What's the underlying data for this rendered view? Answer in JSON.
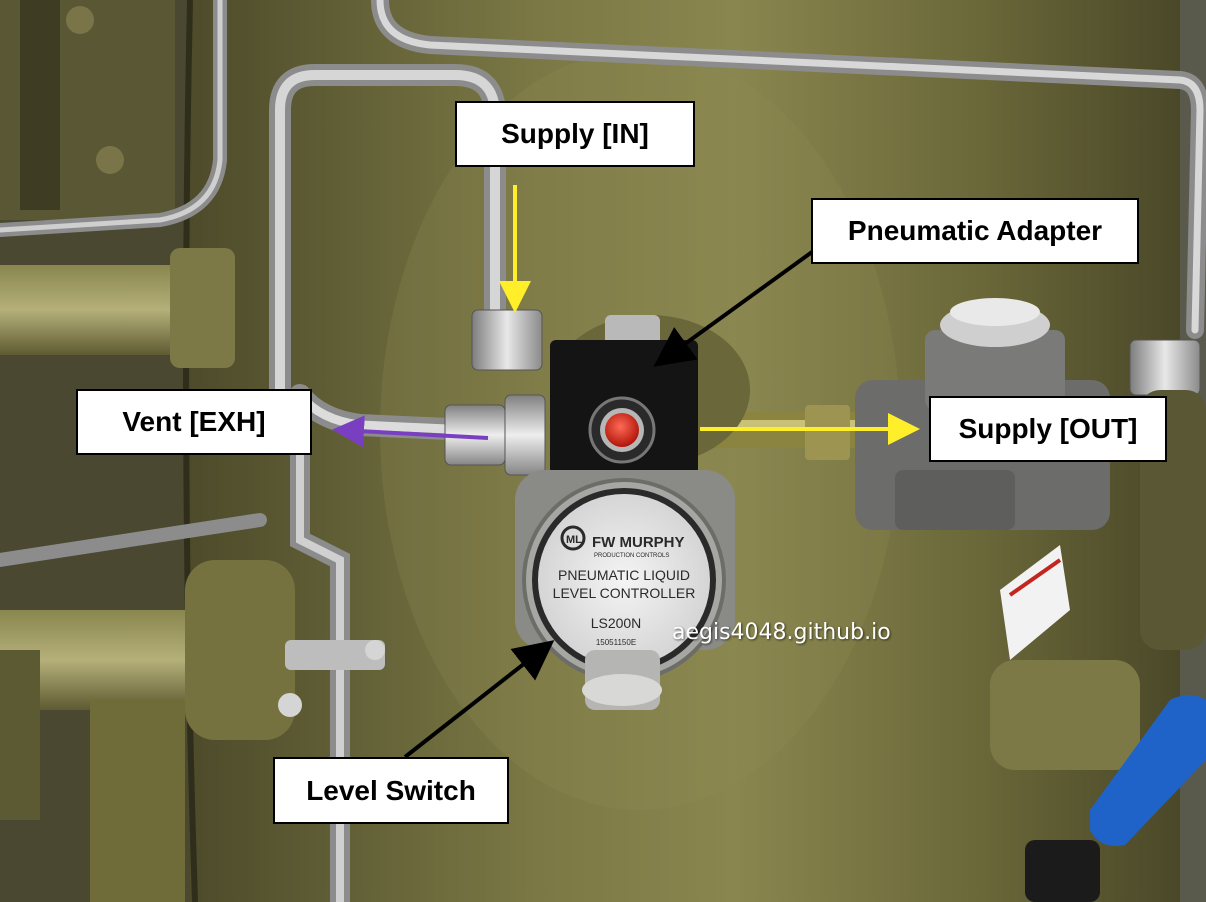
{
  "callouts": {
    "supply_in": "Supply [IN]",
    "pneumatic_adapter": "Pneumatic Adapter",
    "vent": "Vent [EXH]",
    "supply_out": "Supply [OUT]",
    "level_switch": "Level Switch"
  },
  "device_plate": {
    "brand": "FW MURPHY",
    "sub_brand": "PRODUCTION CONTROLS",
    "title_line1": "PNEUMATIC LIQUID",
    "title_line2": "LEVEL CONTROLLER",
    "model": "LS200N",
    "serial": "15051150E"
  },
  "watermark": "aegis4048.github.io",
  "colors": {
    "supply_arrow": "#ffef2a",
    "vent_arrow": "#7a3fc0",
    "callout_line": "#000000",
    "tank": "#6d6b3f",
    "indicator_lens": "#e02a1c"
  }
}
